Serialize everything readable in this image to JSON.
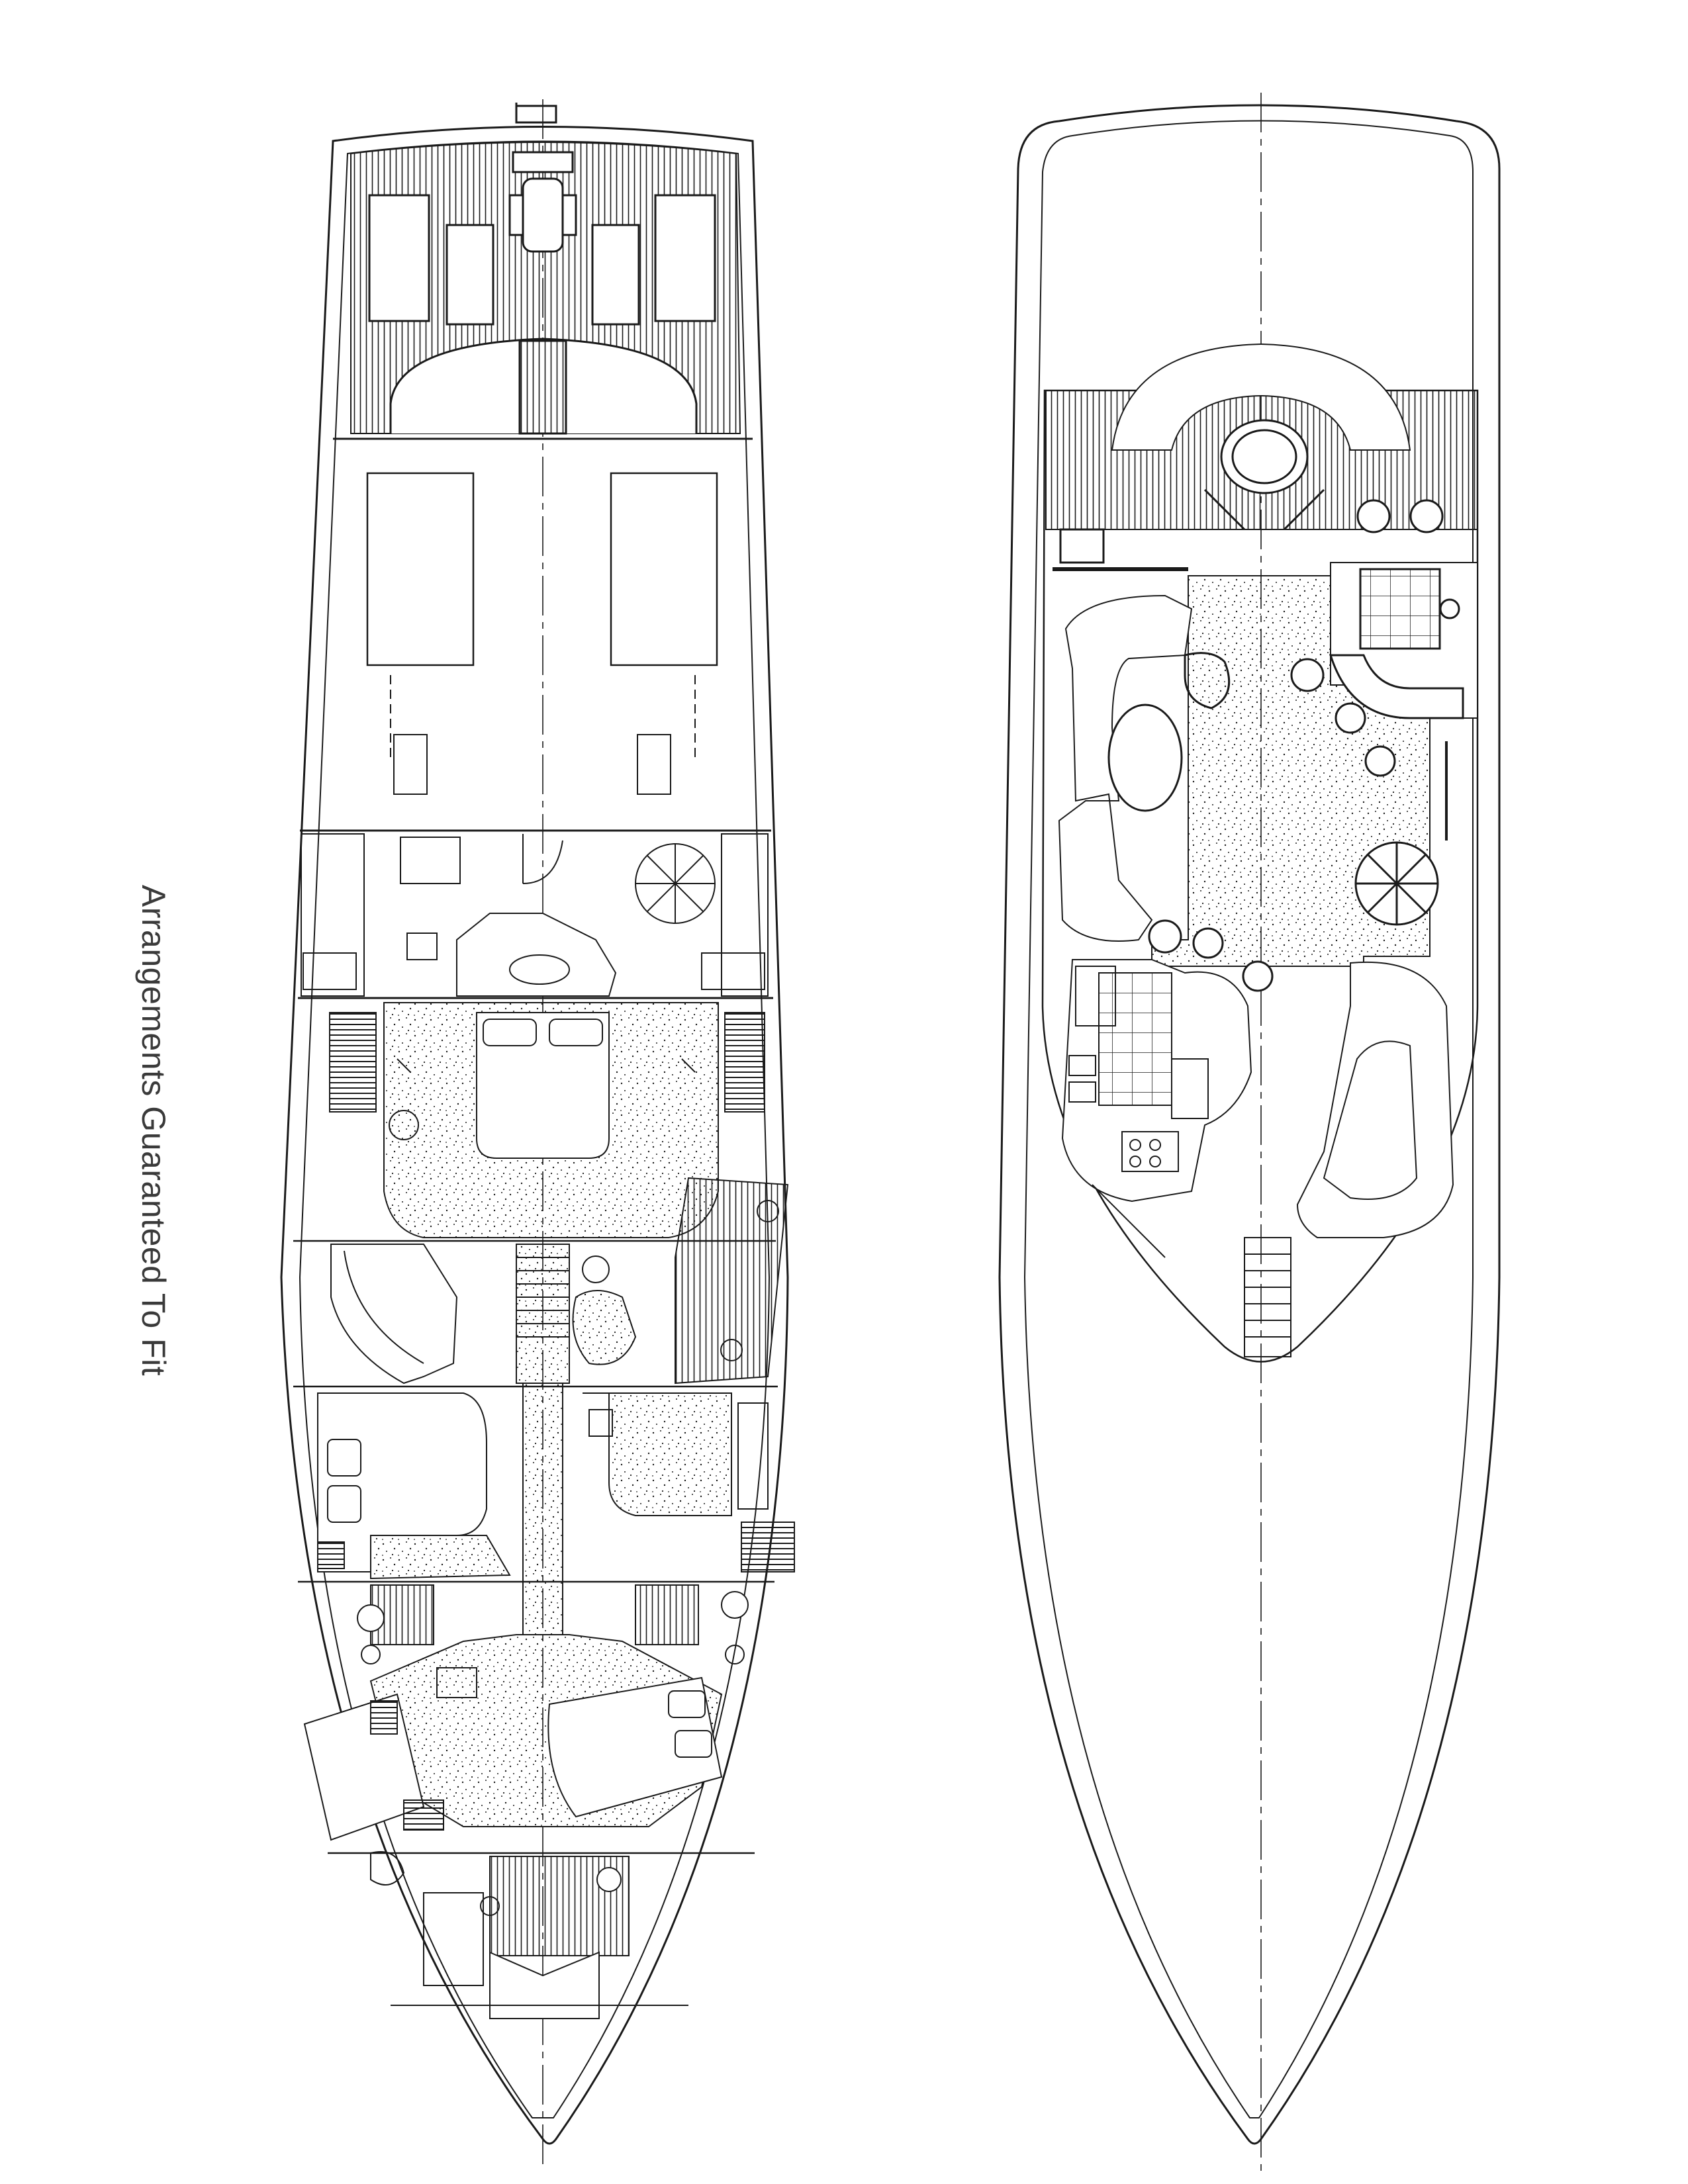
{
  "caption": "Arrangements Guaranteed To Fit",
  "drawings": [
    {
      "id": "lower-deck-plan"
    },
    {
      "id": "upper-deck-plan"
    }
  ],
  "colors": {
    "line": "#1a1a1a",
    "paper": "#ffffff",
    "text": "#3a3a3a"
  }
}
